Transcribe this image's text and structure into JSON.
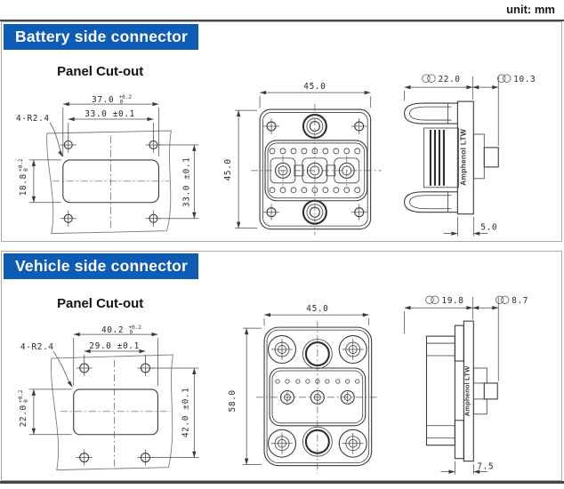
{
  "page": {
    "unit_label": "unit: mm"
  },
  "colors": {
    "header_bg": "#0d5bb5",
    "header_text": "#ffffff",
    "line": "#3a3a3a"
  },
  "battery": {
    "header_label": "Battery side connector",
    "cutout": {
      "title": "Panel Cut-out",
      "corner_label": "4-R2.4",
      "dim_w_outer": "37.0",
      "dim_w_outer_tol_top": "+0.2",
      "dim_w_outer_tol_bot": "0",
      "dim_w_inner": "33.0 ±0.1",
      "dim_h_left": "18.8",
      "dim_h_left_tol_top": "+0.2",
      "dim_h_left_tol_bot": "0",
      "dim_h_right": "33.0 ±0.1"
    },
    "front": {
      "dim_width": "45.0",
      "dim_height": "45.0"
    },
    "side": {
      "dim_depth": "22.0",
      "dim_tip": "10.3",
      "dim_panel": "5.0",
      "brand": "Amphenol LTW"
    }
  },
  "vehicle": {
    "header_label": "Vehicle side connector",
    "cutout": {
      "title": "Panel Cut-out",
      "corner_label": "4-R2.4",
      "dim_w_outer": "40.2",
      "dim_w_outer_tol_top": "+0.2",
      "dim_w_outer_tol_bot": "0",
      "dim_w_inner": "29.0 ±0.1",
      "dim_h_left": "22.0",
      "dim_h_left_tol_top": "+0.2",
      "dim_h_left_tol_bot": "0",
      "dim_h_right": "42.0 ±0.1"
    },
    "front": {
      "dim_width": "45.0",
      "dim_height": "58.0"
    },
    "side": {
      "dim_depth": "19.8",
      "dim_tip": "8.7",
      "dim_panel": "7.5",
      "brand": "Amphenol LTW"
    }
  }
}
